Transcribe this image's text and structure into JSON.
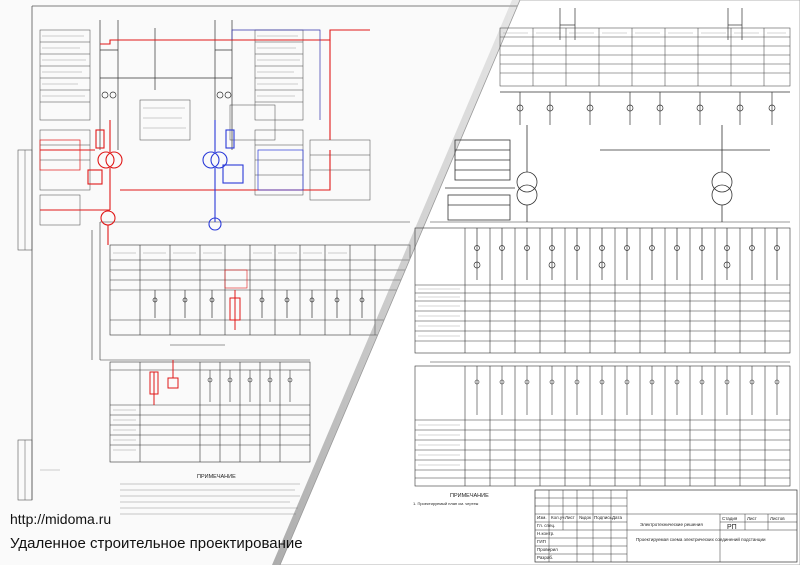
{
  "watermark": {
    "url": "http://midoma.ru",
    "subtitle": "Удаленное строительное проектирование"
  },
  "left_sheet": {
    "note_title": "ПРИМЕЧАНИЕ"
  },
  "right_sheet": {
    "note_title": "ПРИМЕЧАНИЕ",
    "note_line": "1. Проектируемый план см. чертеж",
    "title_block": {
      "col_headers": [
        "Изм.",
        "Кол.уч",
        "Лист",
        "№док",
        "Подпись",
        "Дата"
      ],
      "row_labels": [
        "Гл. спец.",
        "Н.контр.",
        "ГИП",
        "Проверил",
        "Разраб."
      ],
      "project_title": "Электротехнические решения",
      "sheet_title": "Проектируемая схема электрических соединений подстанции",
      "stage_header": "Стадия",
      "sheet_header": "Лист",
      "sheets_header": "Листов",
      "stage_value": "РП"
    }
  },
  "colors": {
    "paper": "#ffffff",
    "line": "#3a3a3a",
    "red": "#e01818",
    "blue": "#2a3ad8",
    "fold_shadow": "#8a8a8a"
  }
}
